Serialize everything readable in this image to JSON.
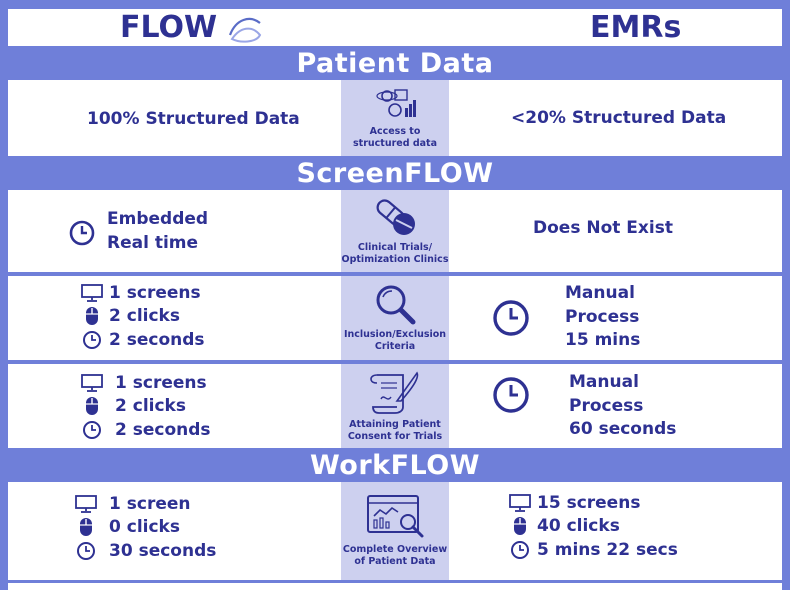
{
  "header": {
    "left_title": "FLOW",
    "right_title": "EMRs"
  },
  "sections": {
    "patient_data": "Patient Data",
    "screenflow": "ScreenFLOW",
    "workflow": "WorkFLOW"
  },
  "rows": {
    "structured": {
      "left": "100% Structured Data",
      "middle": [
        "Access to",
        "structured data"
      ],
      "right": "<20% Structured Data"
    },
    "clinical": {
      "left": [
        "Embedded",
        "Real time"
      ],
      "middle": [
        "Clinical Trials/",
        "Optimization Clinics"
      ],
      "right": "Does Not Exist"
    },
    "inclusion": {
      "left": [
        "1 screens",
        "2 clicks",
        "2 seconds"
      ],
      "middle": [
        "Inclusion/Exclusion",
        "Criteria"
      ],
      "right": [
        "Manual",
        "Process",
        "15 mins"
      ]
    },
    "consent": {
      "left": [
        "1 screens",
        "2 clicks",
        "2 seconds"
      ],
      "middle": [
        "Attaining Patient",
        "Consent for Trials"
      ],
      "right": [
        "Manual",
        "Process",
        "60 seconds"
      ]
    },
    "overview": {
      "left": [
        "1 screen",
        "0 clicks",
        "30 seconds"
      ],
      "middle": [
        "Complete Overview",
        "of Patient Data"
      ],
      "right": [
        "15 screens",
        "40 clicks",
        "5 mins 22 secs"
      ]
    }
  },
  "icons": [
    "flow-logo-icon",
    "monitor-icon",
    "mouse-icon",
    "clock-icon",
    "atom-chart-icon",
    "pill-capsule-icon",
    "magnifier-icon",
    "scroll-quill-icon",
    "dashboard-icon"
  ],
  "colors": {
    "accent": "#6f7fd9",
    "text": "#2e3192",
    "middle_column": "#cdd0ef",
    "background": "#ffffff"
  }
}
